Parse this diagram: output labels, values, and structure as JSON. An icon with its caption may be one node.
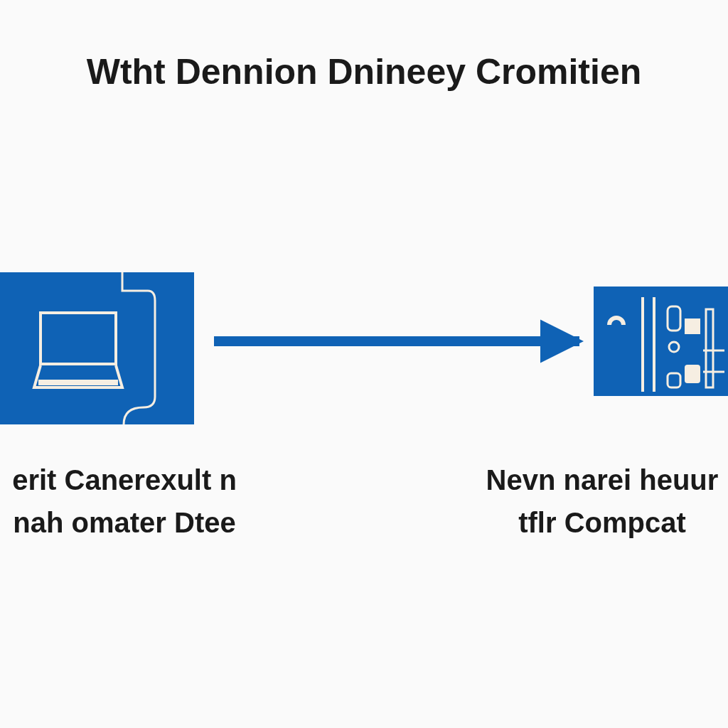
{
  "diagram": {
    "title": "Wtht Dennion Dnineey Cromitien",
    "nodes": [
      {
        "text": [],
        "shape": "box",
        "beside": [
          "erit Canerexult n nah omater Dtee"
        ]
      },
      {
        "text": [],
        "shape": "box",
        "beside": [
          "Nevn narei heuur tflr Compcat"
        ]
      }
    ],
    "edges": [
      {
        "from": 0,
        "to": 1,
        "arrow": "to"
      }
    ]
  }
}
